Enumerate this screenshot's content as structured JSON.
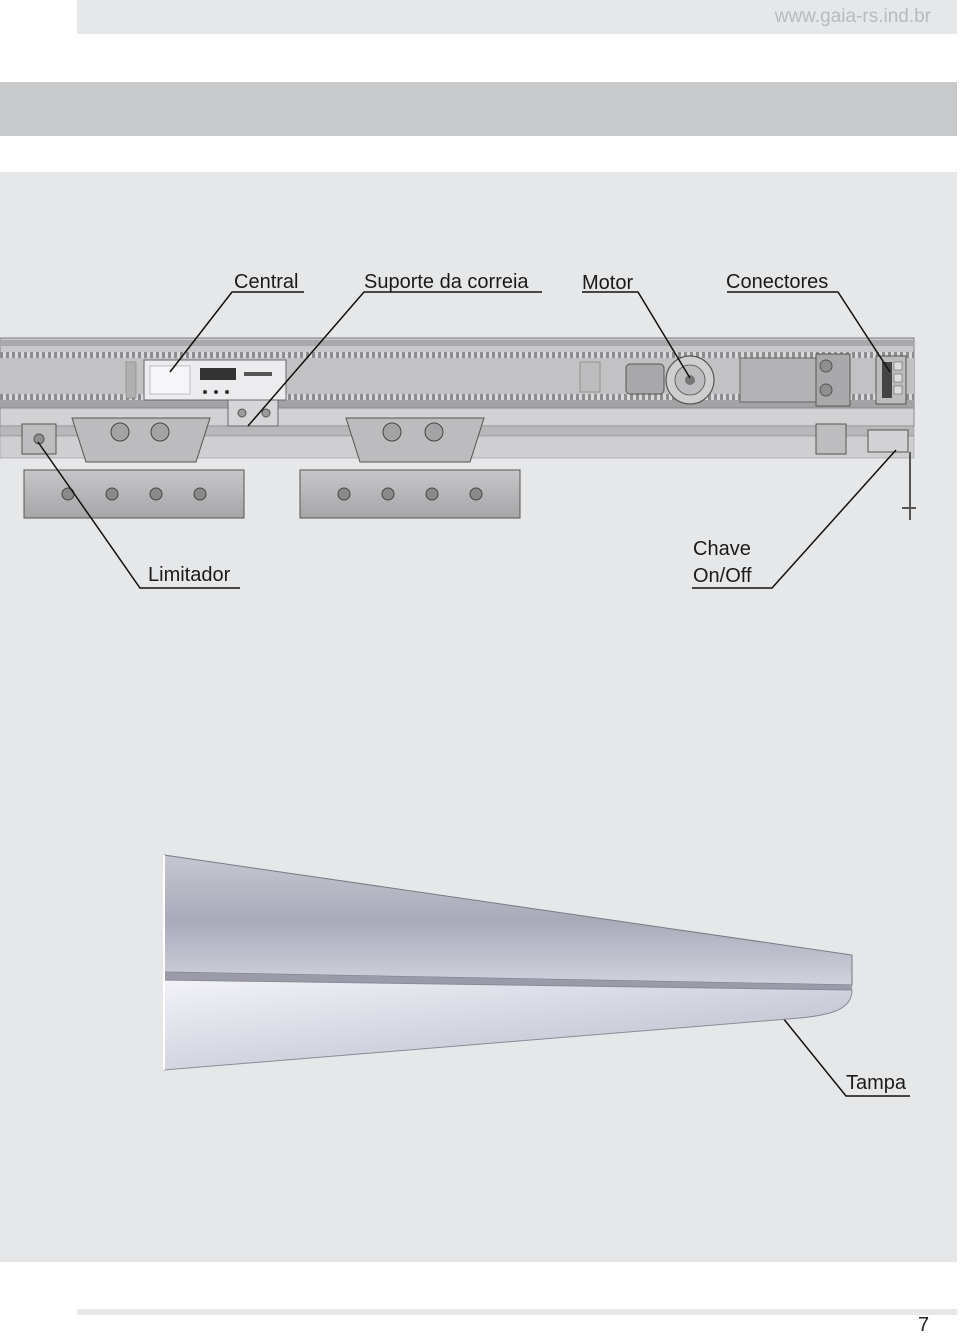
{
  "header": {
    "url": "www.gaia-rs.ind.br"
  },
  "operator_diagram": {
    "labels": {
      "central": "Central",
      "belt_support": "Suporte da correia",
      "motor": "Motor",
      "connectors": "Conectores",
      "limiter": "Limitador",
      "switch_line1": "Chave",
      "switch_line2": "On/Off"
    }
  },
  "cover_diagram": {
    "labels": {
      "cover": "Tampa"
    }
  },
  "footer": {
    "page_number": "7"
  },
  "colors": {
    "panel": "#e6e7e8",
    "band": "#c8c9cb",
    "rail": "#b9b9bb",
    "cover": "#b9b9c6"
  }
}
